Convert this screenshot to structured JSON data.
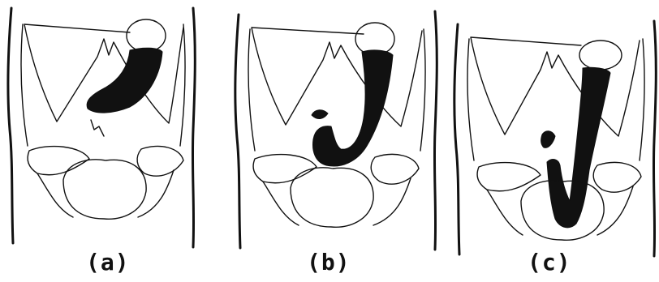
{
  "figure": {
    "panels": [
      {
        "id": "a",
        "label": "(a)"
      },
      {
        "id": "b",
        "label": "(b)"
      },
      {
        "id": "c",
        "label": "(c)"
      }
    ]
  },
  "colors": {
    "ink": "#111111",
    "paper": "#ffffff"
  }
}
